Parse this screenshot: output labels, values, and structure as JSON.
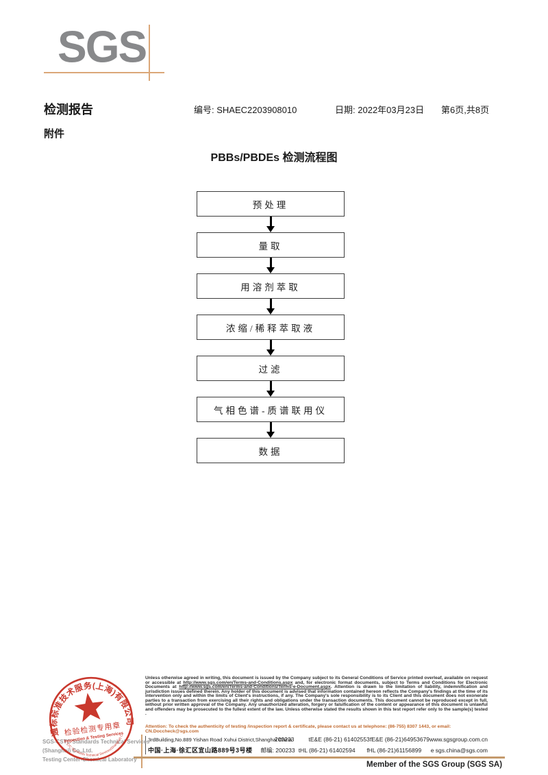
{
  "colors": {
    "accent_tan": "#d3a272",
    "logo_gray": "#88898b",
    "stamp_red": "#c5281c",
    "attention_orange": "#c06a30"
  },
  "header": {
    "logo_text": "SGS",
    "report_title": "检测报告",
    "report_no_label": "编号:",
    "report_no_value": "SHAEC2203908010",
    "date_label": "日期:",
    "date_value": "2022年03月23日",
    "page_info": "第6页,共8页",
    "attachment_label": "附件"
  },
  "flowchart": {
    "title": "PBBs/PBDEs 检测流程图",
    "steps": [
      "预处理",
      "量取",
      "用溶剂萃取",
      "浓缩/稀释萃取液",
      "过滤",
      "气相色谱-质谱联用仪",
      "数据"
    ]
  },
  "footer": {
    "legal_part1": "Unless otherwise agreed in writing, this document is issued by the Company subject to its General Conditions of Service printed overleaf, available on request or accessible at ",
    "legal_url1": "http://www.sgs.com/en/Terms-and-Conditions.aspx",
    "legal_part2": " and, for electronic format documents, subject to Terms and Conditions for Electronic Documents at ",
    "legal_url2": "http://www.sgs.com/en/Terms-and-Conditions/Terms-e-Document.aspx",
    "legal_part3": ". Attention is drawn to the limitation of liability, indemnification and jurisdiction issues defined therein. Any holder of this document is advised that information contained hereon reflects the Company's findings at the time of its intervention only and within the limits of Client's instructions, if any. The Company's sole responsibility is to its Client and this document does not exonerate parties to a transaction from exercising all their rights and obligations under the transaction documents. This document cannot be reproduced except in full, without prior written approval of the Company. Any unauthorized alteration, forgery or falsification of the content or appearance of this document is unlawful and offenders may be prosecuted to the fullest extent of the law. Unless otherwise stated the results shown in this test report refer only to the sample(s) tested .",
    "attention_text": "Attention: To check the authenticity of testing /inspection report & certificate, please contact us at telephone: (86-755) 8307 1443, or email: CN.Doccheck@sgs.com",
    "address_en": "3rdBuilding,No.889 Yishan Road Xuhui District,Shanghai China",
    "postcode_en": "200233",
    "tel1": "tE&E (86-21) 61402553",
    "fax1": "fE&E (86-21)64953679",
    "website": "www.sgsgroup.com.cn",
    "address_cn": "中国·上海·徐汇区宜山路889号3号楼",
    "postcode_cn_label": "邮编: 200233",
    "tel2": "tHL (86-21) 61402594",
    "fax2": "fHL (86-21)61156899",
    "email": "e  sgs.china@sgs.com",
    "member_text": "Member of the SGS Group (SGS SA)",
    "company_line1": "SGS-CSTC Standards Technical Services (Shanghai) Co.,Ltd.",
    "company_line2": "Testing Center-Chemical Laboratory"
  },
  "stamp": {
    "arc_top": "通标标准技术服务(上海)有限公司",
    "center_cn": "检验检测专用章",
    "center_en": "Inspection & Testing Services",
    "arc_bottom": "SGS-CSTC Standards Technical Services(Shanghai) Co.,Ltd."
  }
}
